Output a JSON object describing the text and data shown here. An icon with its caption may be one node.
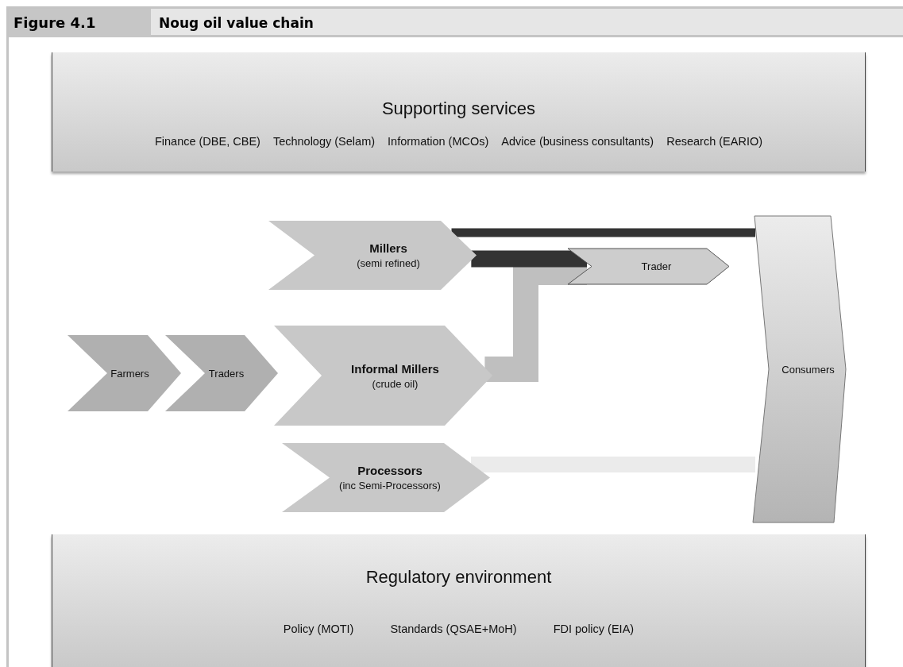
{
  "diagram": {
    "title": "Noug oil value chain",
    "nodes": [
      {
        "text": [
          "Supporting services",
          "Finance (DBE, CBE)",
          "Technology (Selam)",
          "Information (MCOs)",
          "Advice (business consultants)",
          "Research (EARIO)"
        ]
      },
      {
        "text": [
          "Millers",
          "(semi refined)"
        ]
      },
      {
        "text": [
          "Trader"
        ]
      },
      {
        "text": [
          "Farmers"
        ]
      },
      {
        "text": [
          "Traders"
        ]
      },
      {
        "text": [
          "Informal Millers",
          "(crude oil)"
        ]
      },
      {
        "text": [
          "Processors",
          "(inc Semi-Processors)"
        ]
      },
      {
        "text": [
          "Consumers"
        ]
      },
      {
        "text": [
          "Regulatory environment",
          "Policy (MOTI)",
          "Standards (QSAE+MoH)",
          "FDI policy (EIA)"
        ]
      }
    ],
    "edges": [
      {
        "from": 1,
        "to": 7,
        "arrow": "none",
        "color": "#333333"
      },
      {
        "from": 1,
        "to": 2,
        "arrow": "none",
        "color": "#333333"
      },
      {
        "from": 5,
        "to": 2,
        "arrow": "none",
        "color": "#bfbfbf"
      },
      {
        "from": 6,
        "to": 7,
        "arrow": "none",
        "color": "#ebebeb"
      }
    ],
    "labels": [
      "Figure 4.1"
    ]
  }
}
